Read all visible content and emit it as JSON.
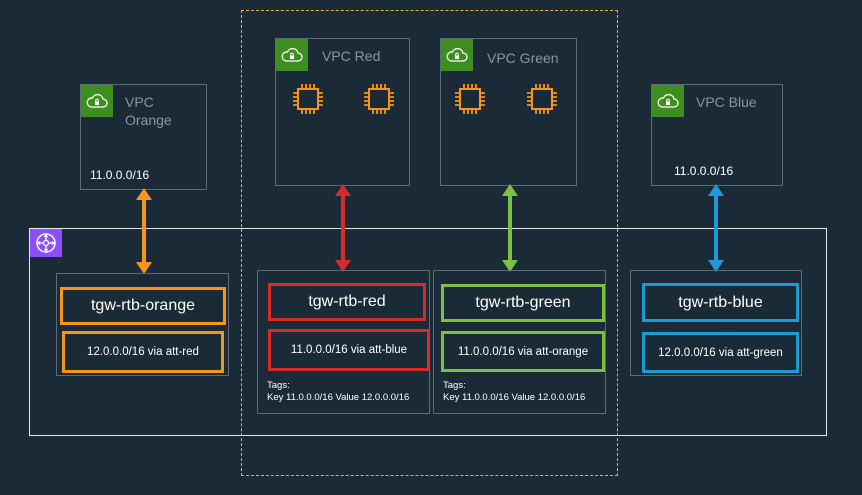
{
  "colors": {
    "orange": "#f7941d",
    "red": "#d52b2b",
    "green": "#7ac143",
    "blue": "#1b9ad6",
    "vpc_icon_bg": "#3e8e1f",
    "tgw_icon_bg": "#8c4fff",
    "background": "#1a2b37"
  },
  "vpcs": {
    "orange": {
      "label": "VPC\nOrange",
      "cidr": "11.0.0.0/16",
      "icon": "vpc-cloud-lock-icon"
    },
    "red": {
      "label": "VPC Red",
      "icon": "vpc-cloud-lock-icon"
    },
    "green": {
      "label": "VPC Green",
      "icon": "vpc-cloud-lock-icon"
    },
    "blue": {
      "label": "VPC Blue",
      "cidr": "11.0.0.0/16",
      "icon": "vpc-cloud-lock-icon"
    }
  },
  "transit_gateway": {
    "icon": "transit-gateway-icon"
  },
  "route_tables": {
    "orange": {
      "name": "tgw-rtb-orange",
      "route": "12.0.0.0/16 via att-red"
    },
    "red": {
      "name": "tgw-rtb-red",
      "route": "11.0.0.0/16 via att-blue",
      "tags_label": "Tags:",
      "tags_value": "Key 11.0.0.0/16 Value 12.0.0.0/16"
    },
    "green": {
      "name": "tgw-rtb-green",
      "route": "11.0.0.0/16 via att-orange",
      "tags_label": "Tags:",
      "tags_value": "Key 11.0.0.0/16 Value 12.0.0.0/16"
    },
    "blue": {
      "name": "tgw-rtb-blue",
      "route": "12.0.0.0/16 via att-green"
    }
  }
}
